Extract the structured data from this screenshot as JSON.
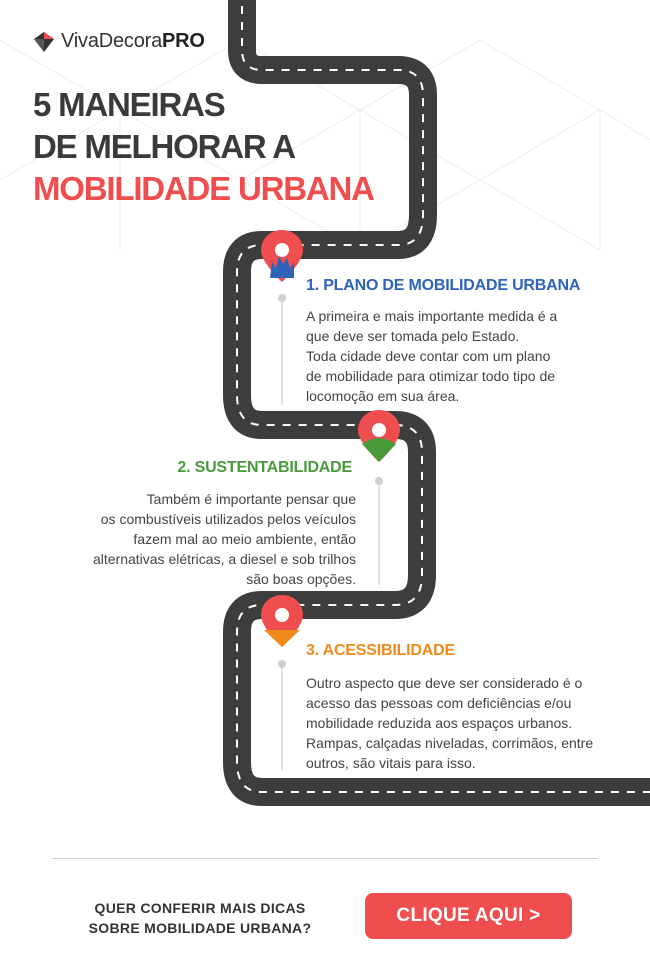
{
  "brand": {
    "logo_regular": "VivaDecora",
    "logo_bold": "PRO",
    "accent": "#f04e4e"
  },
  "title": {
    "line1": "5 MANEIRAS",
    "line2": "DE MELHORAR A",
    "line3": "MOBILIDADE URBANA"
  },
  "steps": [
    {
      "heading": "1. PLANO DE MOBILIDADE URBANA",
      "lines": [
        "A primeira e mais importante medida é a",
        "que deve ser tomada pelo Estado.",
        "Toda cidade deve contar com um plano",
        "de mobilidade para otimizar todo tipo de",
        "locomoção em sua área."
      ],
      "color": "#2e63b8",
      "icon": "city-icon"
    },
    {
      "heading": "2. SUSTENTABILIDADE",
      "lines": [
        "Também é importante pensar que",
        "os combustíveis utilizados pelos veículos",
        "fazem mal ao meio ambiente, então",
        "alternativas elétricas, a diesel e sob trilhos",
        "são boas opções."
      ],
      "color": "#4a9a3b",
      "icon": "landscape-icon"
    },
    {
      "heading": "3. ACESSIBILIDADE",
      "lines": [
        "Outro aspecto que deve ser considerado é o",
        "acesso das pessoas com deficiências e/ou",
        "mobilidade reduzida aos espaços urbanos.",
        "Rampas, calçadas niveladas, corrimãos, entre",
        "outros, são vitais para isso."
      ],
      "color": "#f08a1b",
      "icon": "ramp-icon"
    }
  ],
  "cta": {
    "line1": "QUER CONFERIR MAIS DICAS",
    "line2": "SOBRE MOBILIDADE URBANA?",
    "button_label": "CLIQUE AQUI >"
  }
}
